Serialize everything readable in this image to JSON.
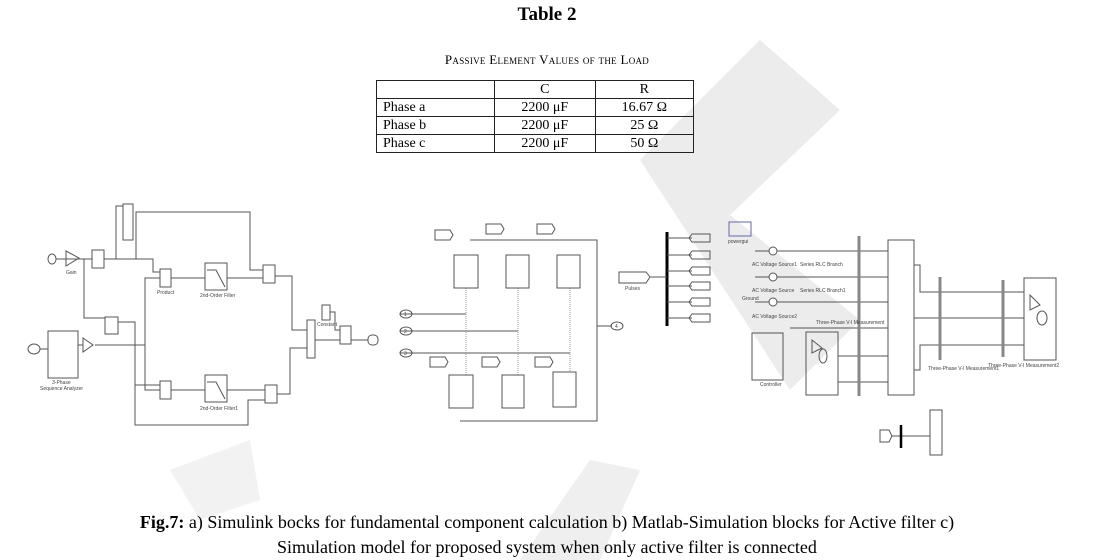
{
  "table": {
    "heading": "Table 2",
    "caption": "Passive Element Values of the Load",
    "columns": [
      "",
      "C",
      "R"
    ],
    "rows": [
      [
        "Phase a",
        "2200 μF",
        "16.67 Ω"
      ],
      [
        "Phase b",
        "2200 μF",
        "25 Ω"
      ],
      [
        "Phase c",
        "2200 μF",
        "50 Ω"
      ]
    ]
  },
  "figure": {
    "diagram_a": {
      "filter": "2nd-Order Filter",
      "filter1": "2nd-Order Filter1",
      "analyzer_line1": "3-Phase",
      "analyzer_line2": "Sequence Analyzer",
      "gain": "Gain",
      "product": "Product",
      "constant": "Constant"
    },
    "diagram_b": {
      "ports": [
        "1",
        "2",
        "3",
        "4"
      ],
      "pulses": "Pulses"
    },
    "diagram_c": {
      "src1": "AC Voltage Source1",
      "rlc1": "Series RLC Branch",
      "src2": "AC Voltage Source",
      "rlc2": "Series RLC Branch1",
      "ground": "Ground",
      "src3": "AC Voltage Source2",
      "vi": "Three-Phase V-I Measurement",
      "vi1": "Three-Phase V-I Measurement1",
      "vi2": "Three-Phase V-I Measurement2",
      "controller": "Controller",
      "powergui": "powergui"
    },
    "caption_label": "Fig.7:",
    "caption_line1": "a) Simulink bocks for fundamental component calculation b) Matlab-Simulation blocks for Active filter c)",
    "caption_line2": "Simulation model for proposed system when only active filter is connected"
  },
  "colors": {
    "watermark": "#ececec",
    "wire": "#555555",
    "text": "#000000"
  }
}
